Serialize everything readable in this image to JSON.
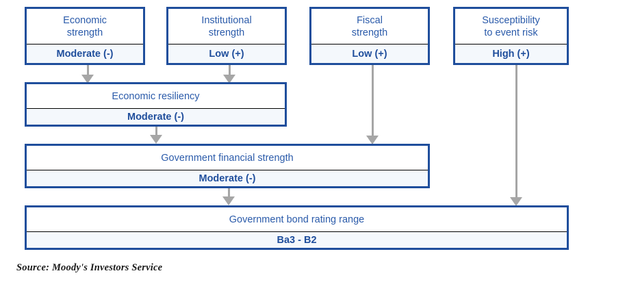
{
  "figure": {
    "type": "diagram",
    "subtype": "sovereign-rating-scorecard-flow",
    "source_note": "Source: Moody's Investors Service",
    "colors": {
      "box_border": "#1F4E9C",
      "title_text": "#2B5BAA",
      "value_text": "#1F4E9C",
      "value_fill": "#F4F8FC",
      "title_fill": "#FFFFFF",
      "divider": "#000000",
      "arrow": "#A6A6A6",
      "page_background": "#FFFFFF"
    }
  },
  "nodes": {
    "economic_strength": {
      "title": "Economic\nstrength",
      "value": "Moderate (-)"
    },
    "institutional_strength": {
      "title": "Institutional\nstrength",
      "value": "Low (+)"
    },
    "fiscal_strength": {
      "title": "Fiscal\nstrength",
      "value": "Low (+)"
    },
    "susceptibility_event_risk": {
      "title": "Susceptibility\nto event risk",
      "value": "High (+)"
    },
    "economic_resiliency": {
      "title": "Economic resiliency",
      "value": "Moderate (-)"
    },
    "government_financial_strength": {
      "title": "Government financial strength",
      "value": "Moderate (-)"
    },
    "government_bond_rating_range": {
      "title": "Government bond rating range",
      "value": "Ba3 - B2"
    }
  },
  "connectors": [
    {
      "name": "economic-strength-to-economic-resiliency",
      "from": "economic_strength",
      "to": "economic_resiliency"
    },
    {
      "name": "institutional-strength-to-economic-resiliency",
      "from": "institutional_strength",
      "to": "economic_resiliency"
    },
    {
      "name": "economic-resiliency-to-government-financial-strength",
      "from": "economic_resiliency",
      "to": "government_financial_strength"
    },
    {
      "name": "fiscal-strength-to-government-financial-strength",
      "from": "fiscal_strength",
      "to": "government_financial_strength"
    },
    {
      "name": "government-financial-strength-to-bond-rating-range",
      "from": "government_financial_strength",
      "to": "government_bond_rating_range"
    },
    {
      "name": "susceptibility-to-event-risk-to-bond-rating-range",
      "from": "susceptibility_event_risk",
      "to": "government_bond_rating_range"
    }
  ]
}
